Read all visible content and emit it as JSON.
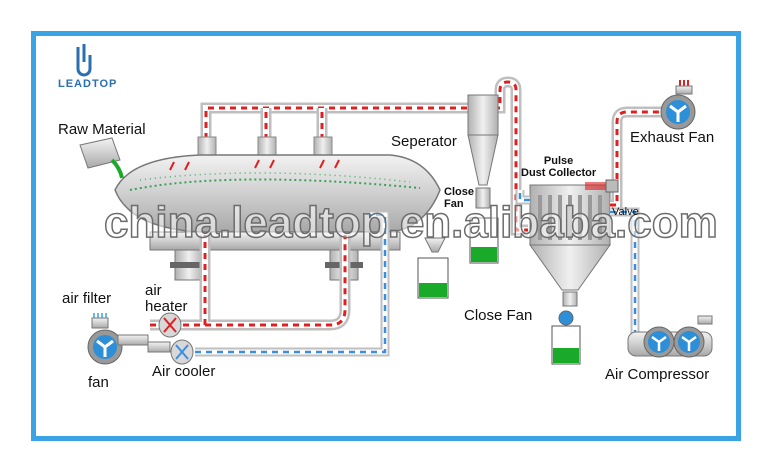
{
  "brand": {
    "logo_text": "LEADTOP"
  },
  "watermark": "china.leadtop.en.alibaba.com",
  "labels": {
    "raw_material": "Raw Material",
    "seperator": "Seperator",
    "close_fan_small": "Close\nFan",
    "pulse_dust_collector": "Pulse\nDust Collector",
    "exhaust_fan": "Exhaust Fan",
    "valve": "Valve",
    "air_filter": "air filter",
    "air_heater": "air\nheater",
    "fan": "fan",
    "air_cooler": "Air cooler",
    "close_fan": "Close Fan",
    "air_compressor": "Air Compressor"
  },
  "colors": {
    "frame": "#3aa3e3",
    "hot_air_dash": "#e02020",
    "cold_air_dash": "#3a8ee0",
    "product_green": "#1aaa2a",
    "fan_blue": "#2d8fd8",
    "equipment_gray": "#c8c8c8"
  }
}
